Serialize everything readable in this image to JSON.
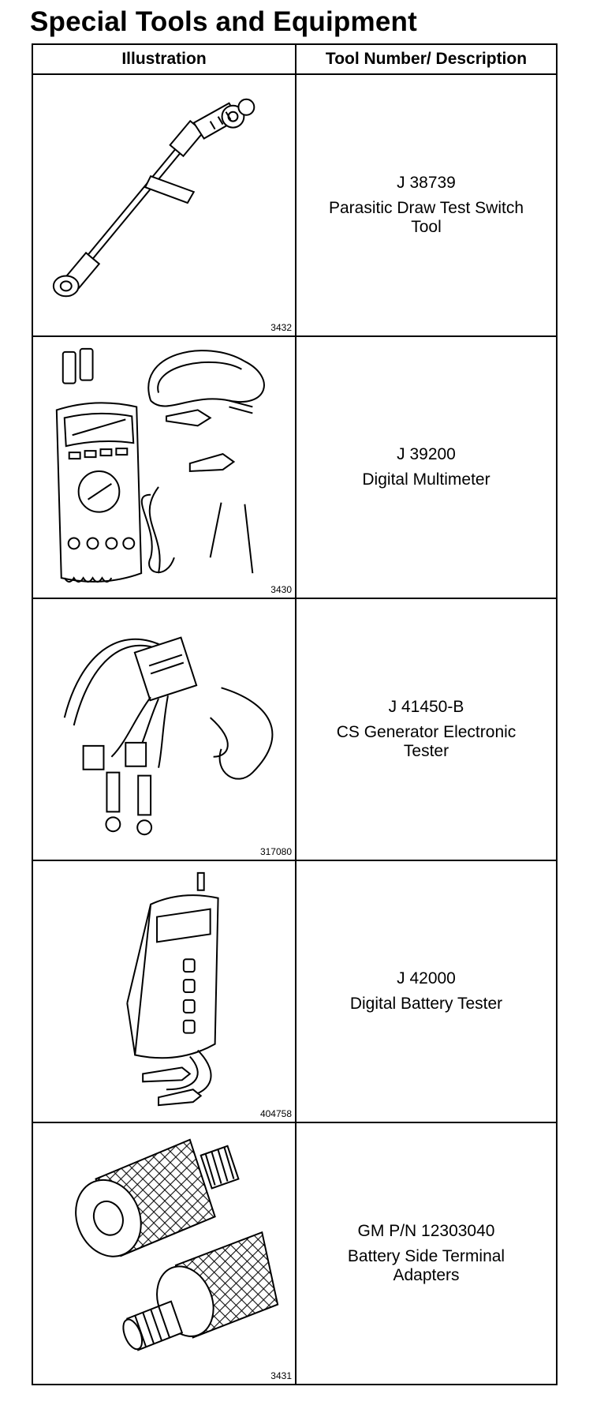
{
  "page": {
    "title": "Special Tools and Equipment"
  },
  "table": {
    "headers": {
      "illustration": "Illustration",
      "tool": "Tool Number/ Description"
    },
    "rows": [
      {
        "figure": "3432",
        "tool_number": "J 38739",
        "description": "Parasitic Draw Test Switch Tool"
      },
      {
        "figure": "3430",
        "tool_number": "J 39200",
        "description": "Digital Multimeter"
      },
      {
        "figure": "317080",
        "tool_number": "J 41450-B",
        "description": "CS Generator Electronic Tester"
      },
      {
        "figure": "404758",
        "tool_number": "J 42000",
        "description": "Digital Battery Tester"
      },
      {
        "figure": "3431",
        "tool_number": "GM P/N 12303040",
        "description": "Battery Side Terminal Adapters"
      }
    ]
  }
}
